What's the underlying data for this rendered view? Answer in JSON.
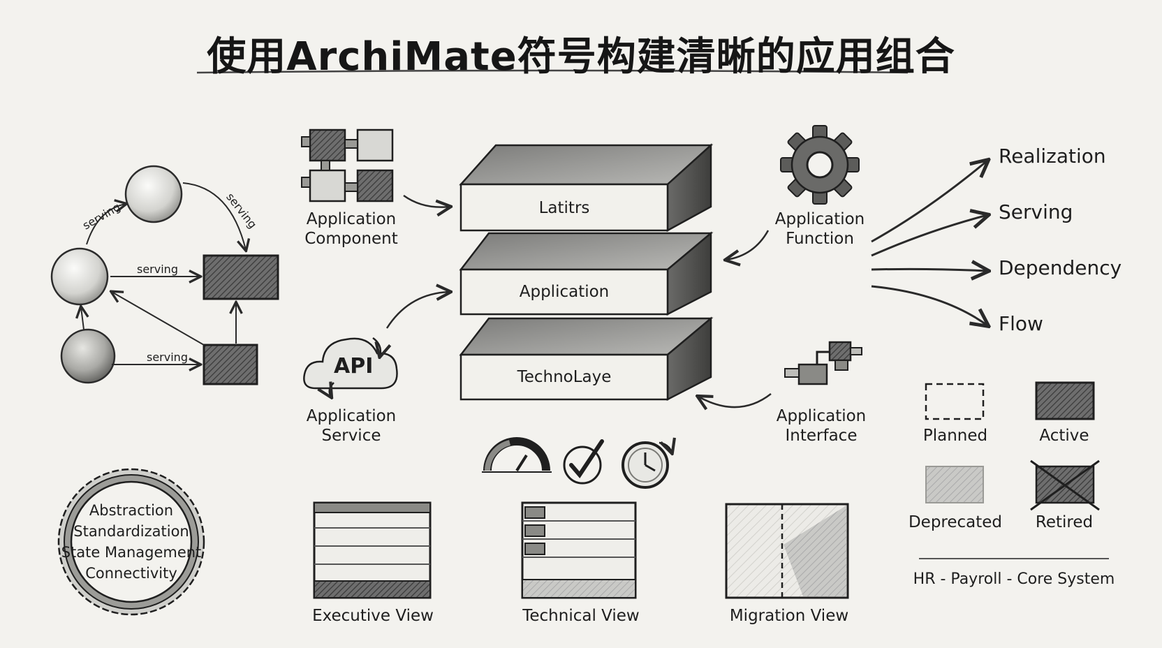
{
  "title": "使用ArchiMate符号构建清晰的应用组合",
  "network": {
    "edge_labels": [
      "serving",
      "serving",
      "serving",
      "serving"
    ]
  },
  "elements": {
    "component": [
      "Application",
      "Component"
    ],
    "service": [
      "Application",
      "Service"
    ],
    "service_icon_text": "API",
    "function": [
      "Application",
      "Function"
    ],
    "interface": [
      "Application",
      "Interface"
    ]
  },
  "layers": [
    "Latitrs",
    "Application",
    "TechnoLaye"
  ],
  "relations": [
    "Realization",
    "Serving",
    "Dependency",
    "Flow"
  ],
  "states": [
    "Planned",
    "Active",
    "Deprecated",
    "Retired"
  ],
  "system_name": "HR - Payroll - Core System",
  "seal_lines": [
    "Abstraction",
    "Standardization",
    "State Management",
    "Connectivity"
  ],
  "status_icons": [
    "gauge-icon",
    "checkmark-icon",
    "clock-icon"
  ],
  "views": [
    "Executive View",
    "Technical View",
    "Migration View"
  ]
}
